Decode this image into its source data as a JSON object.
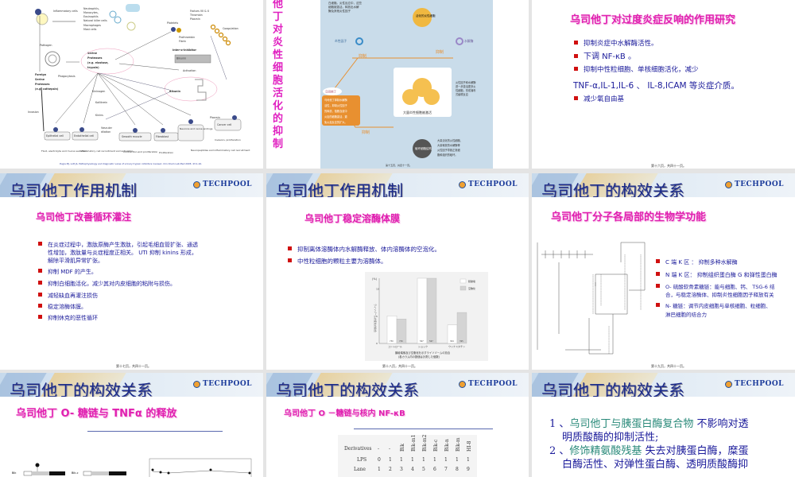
{
  "slide1": {
    "labels": {
      "inflammatory_cells": "Inflammatory cells",
      "cell_types": [
        "Neutrophils,",
        "Monocytes,",
        "Eosinophils",
        "Natural killer cells",
        "Macrophages",
        "Mast cells"
      ],
      "factors": [
        "Factors VII & X",
        "Thrombin",
        "Plasmin"
      ],
      "platelets": "Platelets",
      "coagulation": "Coagulation",
      "prothrombin": [
        "Prothrombin",
        "Fibrin"
      ],
      "pathogen": "Pathogen",
      "phagocytosis": "Phagocytosis",
      "serine": [
        "Serine",
        "Proteases",
        "(e.g. elastase,",
        "trypsin)"
      ],
      "foreign": [
        "Foreign",
        "Serine",
        "Proteases",
        "(e.g. cathepsin)"
      ],
      "inter_alpha": "Inter-α-Inhibitor",
      "bikunin_box": "Bikunin",
      "activation": "Activation",
      "bikunin": "Bikunin",
      "kininogen": "Kininogen",
      "kallikrein": "Kallikrein",
      "kinins": "Kinins",
      "invasion": "Invasion",
      "plasmin": "Plasmin",
      "vascular": [
        "Vascular",
        "dilation"
      ],
      "cells": [
        "Epithelial cell",
        "Endothelial cell",
        "Smooth muscle",
        "Fibroblast",
        "Neurons and nerve endings",
        "Cancer cell"
      ],
      "outcomes": [
        "Fluid, electrolyte and mucus secretion",
        "Inflammatory cell recruitment and activation",
        "Contraction and proliferation",
        "Proliferation",
        "Neuropeptides and inflammatory cell recruitment",
        "Invasion, proliferation"
      ]
    },
    "citation": "Pugia MJ, Lott JA. Pathophysiology and diagnostic value of urinary trypsin inhibitors (review). Clin Chem Lab Med 2005; 43:1-16."
  },
  "slide2": {
    "vertical_title": "他丁对炎性细胞活化的抑制",
    "top_text": [
      "白细胞。炎性反应中，这些",
      "细胞被激活，释放出水解",
      "酶及其他炎性因子"
    ],
    "activated_cell": "活化的炎性细胞",
    "factor_label": "炎性因子",
    "enzyme_label": "水解酶",
    "inhibit": "抑制",
    "drug": "乌司他丁",
    "drug_desc": [
      "乌司他丁抑制水解酶",
      "活性，抑制炎性因子",
      "的释放，阻断血液中",
      "炎症的细胞激活，避",
      "免炎症反应的扩大。"
    ],
    "cascade_desc": [
      "炎性因子和水解酶",
      "进一步激活更多炎",
      "性细胞，形成瀑布",
      "式级联反应"
    ],
    "mass_activation": "大量炎性细胞被激活",
    "destroy": "破坏细胞结构",
    "destroy_desc": [
      "大量活化的炎性细胞、",
      "大量释放的水解酶等",
      "炎性因子导致正常细",
      "胞和组织的破坏。"
    ],
    "footer": "第十五页，共四十一页。",
    "colors": {
      "panel": "#c9dcea",
      "orange": "#e89030",
      "factor": "#3a8cc8",
      "enzyme": "#9a88c8"
    }
  },
  "slide3": {
    "subtitle": "乌司他丁对过度炎症反响的作用研究",
    "bullets": [
      "抑制炎症中水解酶活性。",
      "下调 NF-κB 。",
      "抑制中性粒细胞、单核细胞活化，减少"
    ],
    "continuation": "TNF-α,IL-1,IL-6 、 IL-8,ICAM 等炎症介质。",
    "last_bullet": "减少氧自由基",
    "footer": "第十六页，共四十一页。"
  },
  "slide4": {
    "title": "乌司他丁作用机制",
    "logo": "TECHPOOL",
    "subtitle": "乌司他丁改善循环灌注",
    "bullets": [
      [
        "在炎症过程中，激肽原酶产生激肽，引起毛细血管扩张、通透",
        "性增加，激肽量与炎症程度正相关。 UTI 抑制  kinins  形成，",
        "解除平滑肌异常扩张。"
      ],
      [
        "抑制 MDF 的产生。"
      ],
      [
        "抑制白细胞活化，减少其对内皮细胞的粘附与损伤。"
      ],
      [
        "减轻缺血再灌注损伤"
      ],
      [
        "稳定溶酶体膜。"
      ],
      [
        "抑制休克的恶性循环"
      ]
    ],
    "footer": "第十七页，共四十一页。"
  },
  "slide5": {
    "title": "乌司他丁作用机制",
    "logo": "TECHPOOL",
    "subtitle": "乌司他丁稳定溶酶体膜",
    "bullets": [
      "抑制离体溶酶体内水解酶释放、体内溶酶体的空泡化。",
      "中性粒细胞的颗粒主要为溶酶体。"
    ],
    "footer": "第十八页，共四十一页。",
    "chart_data": {
      "type": "bar",
      "categories": [
        "コントロール",
        "ショック",
        "ウリナスタチン"
      ],
      "series": [
        {
          "name": "膜破壊",
          "values": [
            5.1,
            12,
            3.4
          ],
          "counts": [
            "730",
            "567",
            "304"
          ],
          "color": "#ffffff"
        },
        {
          "name": "空胞化",
          "values": [
            4.5,
            12,
            5.7
          ],
          "counts": [
            "730",
            "567",
            "395"
          ],
          "color": "#d4d4d4"
        }
      ],
      "ylabel": "ライソゾームの変化の割合",
      "yunit": "(%)",
      "yticks": [
        0,
        5,
        10
      ],
      "ylim": [
        0,
        12
      ],
      "caption": [
        "膜破壊像及び空胞化を示すライソゾームの割合",
        "(各カラム内の数値は計測した個数)"
      ],
      "legend": "top-right",
      "grid": false
    }
  },
  "slide6": {
    "title": "乌司他丁的构效关系",
    "logo": "TECHPOOL",
    "subtitle": "乌司他丁分子各局部的生物学功能",
    "bullets": [
      [
        "C 端 K 区 ： 抑制多种水解酶"
      ],
      [
        "N 端 K 区： 抑制组织蛋白酶 G 和弹性蛋白酶"
      ],
      [
        "O- 硫酸软骨素糖链：能与细胞、钙、 TSG-6 结",
        "合，与稳定溶酶体、抑制炎性细胞因子释放有关"
      ],
      [
        "N- 糖链：调节内皮细胞与单核细胞、粒细胞、",
        "淋巴细胞的结合力"
      ]
    ],
    "footer": "第十九页，共四十一页。"
  },
  "slide7": {
    "title": "乌司他丁的构效关系",
    "logo": "TECHPOOL",
    "subtitle": "乌司他丁 O- 糖链与 TNFα 的释放",
    "row_labels": [
      "Bik",
      "Bik-c"
    ]
  },
  "slide8": {
    "title": "乌司他丁的构效关系",
    "logo": "TECHPOOL",
    "subtitle": "乌司他丁 O －糖链与核内 NF-κB",
    "table": {
      "header_label": "Derivatives",
      "derivatives": [
        "-",
        "-",
        "Bik",
        "Bik-m1",
        "Bik-m2",
        "Bik-c",
        "Bik-n",
        "Bik-m",
        "HI-8"
      ],
      "rows": [
        {
          "label": "LPS",
          "values": [
            "0",
            "1",
            "1",
            "1",
            "1",
            "1",
            "1",
            "1",
            "1"
          ]
        },
        {
          "label": "Lane",
          "values": [
            "1",
            "2",
            "3",
            "4",
            "5",
            "6",
            "7",
            "8",
            "9"
          ]
        }
      ]
    }
  },
  "slide9": {
    "title": "乌司他丁的构效关系",
    "logo": "TECHPOOL",
    "items": [
      {
        "num": "1 、",
        "highlight": "乌司他丁与胰蛋白酶复合物",
        "rest": " 不影响对透",
        "cont": "明质酸酶的抑制活性;"
      },
      {
        "num": "2 、",
        "highlight": "修饰精氨酸残基",
        "rest": " 失去对胰蛋白酶，糜蛋",
        "cont": "白酶活性、对弹性蛋白酶、透明质酸酶抑"
      }
    ],
    "colors": {
      "highlight": "#2a8a7a",
      "text": "#1a1a9a"
    }
  }
}
